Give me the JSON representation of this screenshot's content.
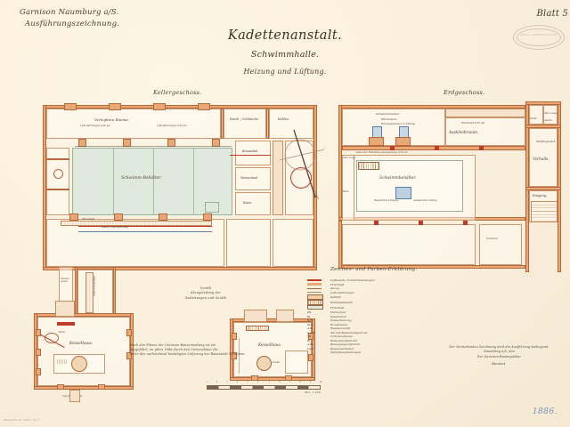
{
  "sheet": {
    "background_color": "#fbf2e0",
    "ink_color": "#3a3028",
    "wall_color": "#e8a977",
    "pool_color": "#dfe9dd",
    "year": "1886."
  },
  "header": {
    "garrison": "Garnison Naumburg a/S.",
    "drawing_type": "Ausführungszeichnung.",
    "title": "Kadettenanstalt.",
    "subtitle": "Schwimmhalle.",
    "subject": "Heizung und Lüftung.",
    "sheet_label": "Blatt 5",
    "stamp_text": "KÖNIGL. GARNISON-BAUAMT"
  },
  "plans": {
    "basement": {
      "caption": "Kellergeschoss.",
      "pool_label": "Schwimm-Behälter.",
      "rooms": [
        {
          "label": "Verlegbare Räume."
        },
        {
          "label": "Heizk. / Schläuche"
        },
        {
          "label": "Kohlen"
        },
        {
          "label": "Raum"
        },
        {
          "label": "Brausebad"
        },
        {
          "label": "Wannenbad"
        },
        {
          "label": "Kesselraum"
        },
        {
          "label": "Vorraum"
        }
      ],
      "notes": [
        {
          "label": "Luftzuführungen 0,40 qm"
        },
        {
          "label": "Luftzuführungen 0,40 qm"
        },
        {
          "label": "Frischluft"
        },
        {
          "label": "Kanal f. Luftzuführung"
        },
        {
          "label": "Maschinenraum"
        }
      ]
    },
    "ground": {
      "caption": "Erdgeschoss.",
      "pool_label": "Schwimmbehälter.",
      "rooms": [
        {
          "label": "Auskleideraum."
        },
        {
          "label": "Vorhalle."
        },
        {
          "label": "Eingang."
        },
        {
          "label": "Aborte"
        },
        {
          "label": "Vorraum"
        },
        {
          "label": "Gerät"
        },
        {
          "label": "Ankl. Lauge"
        },
        {
          "label": "Bade-"
        },
        {
          "label": "Douche"
        },
        {
          "label": "Turnsaal"
        }
      ],
      "notes": [
        {
          "label": "Schwimmmeister"
        },
        {
          "label": "Wärterstube"
        },
        {
          "label": "Heizungskammer zu Lüftung"
        },
        {
          "label": "Frischluft 0,50 qm"
        },
        {
          "label": "Kanal der Entlüftung Abzugleitung 0,50 qm"
        },
        {
          "label": "Regulierbare Klappe"
        },
        {
          "label": "Ausleitende Lüftung"
        },
        {
          "label": "Entlüftungsschlot"
        }
      ]
    },
    "detail_left": {
      "caption": "Kesselhaus.",
      "notes": [
        {
          "label": "Kesselhaus"
        },
        {
          "label": "Kanal"
        },
        {
          "label": "zum Wasserkessel"
        }
      ]
    },
    "detail_right": {
      "caption": "Kesselhaus.",
      "notes": [
        {
          "label": "Kanal"
        },
        {
          "label": "Schornstein"
        }
      ]
    }
  },
  "compass": {
    "north_label": "N"
  },
  "legend": {
    "title": "Zeichen- und Farben-Erklärung.",
    "rows": [
      {
        "symbol": "line-red",
        "code": "",
        "text": "Luftkanäle, Vorwärmeleitungen"
      },
      {
        "symbol": "line-orange",
        "code": "",
        "text": "Frischluft"
      },
      {
        "symbol": "line-brown",
        "code": "",
        "text": "Abzug"
      },
      {
        "symbol": "line-thin",
        "code": "",
        "text": "Luftzuführungen"
      },
      {
        "symbol": "box-orange",
        "code": "",
        "text": "Kaltluft"
      },
      {
        "symbol": "box-hatch",
        "code": "",
        "text": "Warmluftkanäle"
      },
      {
        "symbol": "box-fill",
        "code": "",
        "text": "Frischluft"
      },
      {
        "symbol": "code",
        "code": "Hk.",
        "text": "Heizkörper"
      },
      {
        "symbol": "code",
        "code": "Kl.",
        "text": "Kesselraum"
      },
      {
        "symbol": "code",
        "code": "W.H.",
        "text": "Wasserheizung"
      },
      {
        "symbol": "code",
        "code": "Kl.B.",
        "text": "Brauseraum"
      },
      {
        "symbol": "code",
        "code": "A.B.",
        "text": "Regulierventil"
      },
      {
        "symbol": "code",
        "code": "L.A.B.",
        "text": "Abrund-Kesselanlagenrost"
      },
      {
        "symbol": "code",
        "code": "r.B.",
        "text": "Vorbeilaufkanal"
      },
      {
        "symbol": "code",
        "code": "Bl.",
        "text": "Badeofen-Ofenrohr"
      },
      {
        "symbol": "code",
        "code": "A.Bl.",
        "text": "Bewegungs-Ofenrohr"
      },
      {
        "symbol": "code",
        "code": "kw.f.",
        "text": "Klappenschieber"
      },
      {
        "symbol": "code",
        "code": "c",
        "text": "Dampfhauptleitungen"
      }
    ]
  },
  "mid_note": {
    "line1": "Geräth",
    "line2": "Abzugsleitung der",
    "line3": "Gasleitungen und Geräth"
  },
  "note_left": {
    "line1": "Nach den Plänen der Garnison-Bauverwaltung ist ein",
    "line2": "ausgeführt, im Jahre 1886 durch den Unternehmer für",
    "line3": "unter den nachstehend bestätigten Lieferung der Bauanstalt Schwimm-"
  },
  "signature": {
    "line1": "Der Vorstehenden Zeichnung wird die Ausführung beiliegend.",
    "line2": "Naumburg a/S. den",
    "line3": "Der Garnison-Bauinspektor",
    "name": "Bauamt."
  },
  "scale": {
    "ticks": [
      "1",
      "0",
      "1",
      "2",
      "3",
      "4",
      "5",
      "6",
      "7",
      "8",
      "9",
      "10"
    ],
    "unit": "Mtr. 1:200"
  },
  "archive_ref": "Plan-Arch.-Nr. 4392 / Bl. 5"
}
